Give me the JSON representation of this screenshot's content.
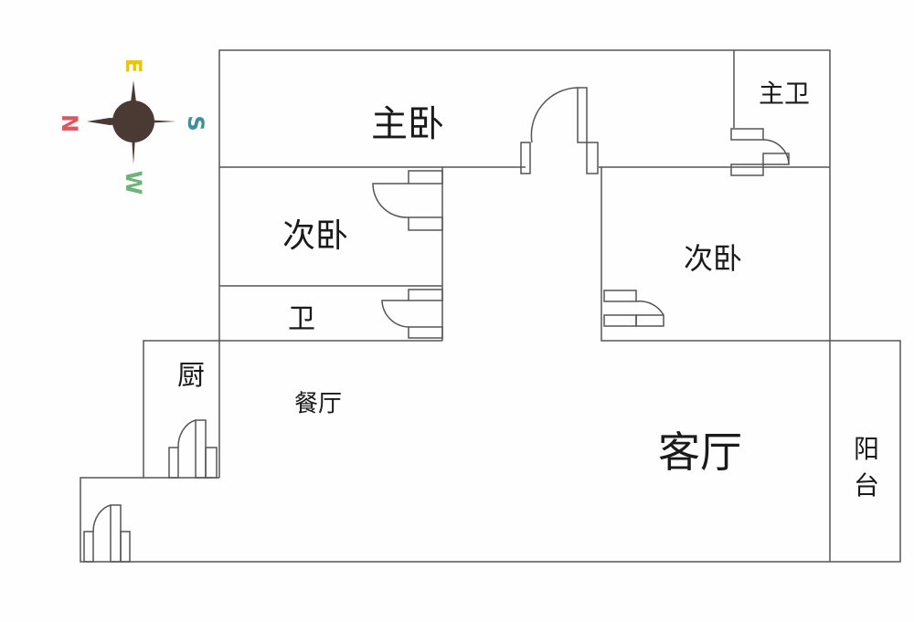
{
  "compass": {
    "north": {
      "label": "N",
      "color": "#e0555e"
    },
    "east": {
      "label": "E",
      "color": "#e6c516"
    },
    "south": {
      "label": "S",
      "color": "#3f8f9a"
    },
    "west": {
      "label": "W",
      "color": "#6db37a"
    },
    "center_color": "#4a3a33"
  },
  "rooms": {
    "master_bedroom": "主卧",
    "master_bath": "主卫",
    "second_bedroom_left": "次卧",
    "second_bedroom_right": "次卧",
    "bathroom": "卫",
    "kitchen": "厨",
    "dining": "餐厅",
    "living": "客厅",
    "balcony_line1": "阳",
    "balcony_line2": "台"
  }
}
